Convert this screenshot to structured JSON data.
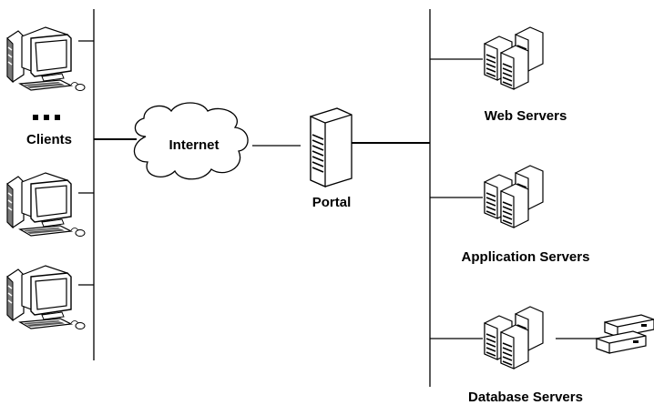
{
  "labels": {
    "clients": "Clients",
    "internet": "Internet",
    "portal": "Portal",
    "web_servers": "Web Servers",
    "application_servers": "Application Servers",
    "database_servers": "Database Servers"
  },
  "icons": {
    "client": "desktop-computer-icon",
    "cloud": "cloud-icon",
    "portal": "tower-server-icon",
    "server_group": "server-cluster-icon",
    "storage": "disk-storage-icon",
    "ellipsis": "ellipsis-dots"
  },
  "colors": {
    "stroke": "#000000",
    "fill": "#ffffff",
    "shade": "#9a9a9a"
  }
}
